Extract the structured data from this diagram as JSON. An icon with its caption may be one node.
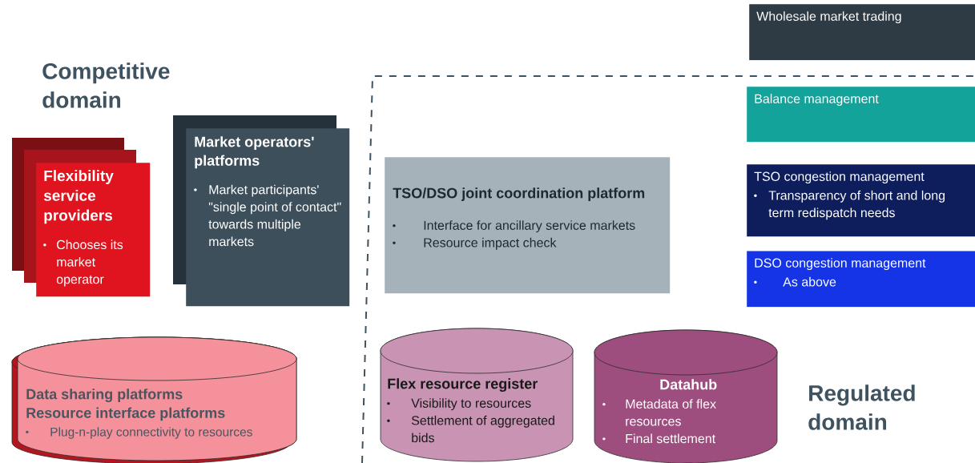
{
  "diagram": {
    "nodes": [
      {
        "text": [
          "Wholesale market trading"
        ]
      },
      {
        "text": [
          "Balance management"
        ]
      },
      {
        "text": [
          "Flexibility service providers",
          "Chooses its market operator"
        ]
      },
      {
        "text": [
          "Market operators' platforms",
          "Market participants' \"single point of contact\" towards multiple markets"
        ]
      },
      {
        "text": [
          "TSO/DSO joint coordination platform",
          "Interface for ancillary service markets",
          "Resource impact check"
        ]
      },
      {
        "text": [
          "TSO congestion management",
          "Transparency of short and long term redispatch needs"
        ]
      },
      {
        "text": [
          "DSO congestion management",
          "As above"
        ]
      },
      {
        "text": [
          "Data sharing platforms",
          "Resource interface platforms",
          "Plug-n-play connectivity to resources"
        ]
      },
      {
        "text": [
          "Flex resource register",
          "Visibility to resources",
          "Settlement of aggregated bids"
        ]
      },
      {
        "text": [
          "Datahub",
          "Metadata of flex resources",
          "Final settlement"
        ]
      }
    ],
    "labels": [
      "Competitive domain",
      "Regulated domain"
    ]
  }
}
